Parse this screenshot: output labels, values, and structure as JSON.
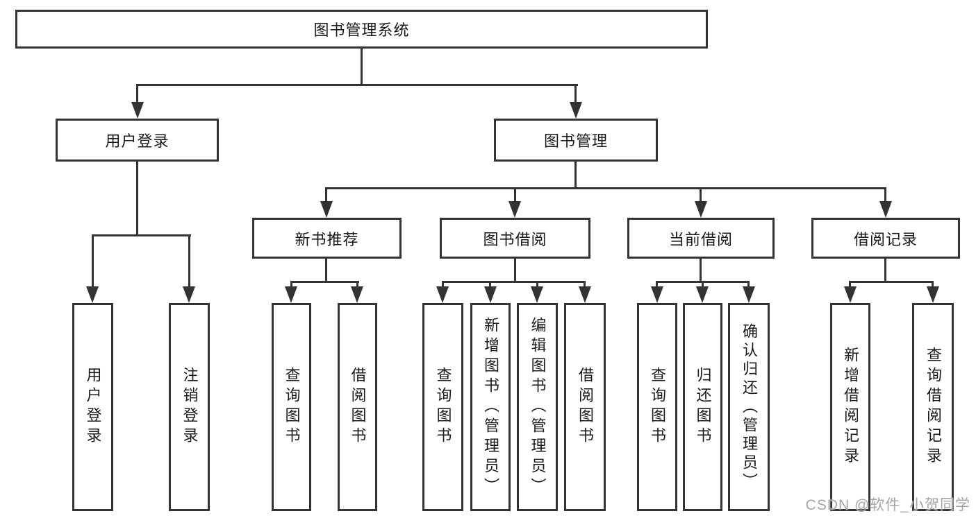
{
  "colors": {
    "line": "#333333",
    "text": "#1a1a1a",
    "box_background": "#ffffff",
    "watermark": "#a5a5a5"
  },
  "watermark": {
    "text": "CSDN @软件_小贺同学"
  },
  "nodes": {
    "root": {
      "label": "图书管理系统"
    },
    "user_login": {
      "label": "用户登录"
    },
    "book_mgmt": {
      "label": "图书管理"
    },
    "new_book_rec": {
      "label": "新书推荐"
    },
    "book_borrow": {
      "label": "图书借阅"
    },
    "current_borrow": {
      "label": "当前借阅"
    },
    "borrow_records": {
      "label": "借阅记录"
    },
    "ul_login": {
      "label": "用户登录"
    },
    "ul_logout": {
      "label": "注销登录"
    },
    "rec_query": {
      "label": "查询图书"
    },
    "rec_borrow": {
      "label": "借阅图书"
    },
    "bb_query": {
      "label": "查询图书"
    },
    "bb_add": {
      "label": "新增图书（管理员）"
    },
    "bb_edit": {
      "label": "编辑图书（管理员）"
    },
    "bb_borrow": {
      "label": "借阅图书"
    },
    "cb_query": {
      "label": "查询图书"
    },
    "cb_return": {
      "label": "归还图书"
    },
    "cb_confirm": {
      "label": "确认归还（管理员）"
    },
    "br_add": {
      "label": "新增借阅记录"
    },
    "br_query": {
      "label": "查询借阅记录"
    }
  }
}
